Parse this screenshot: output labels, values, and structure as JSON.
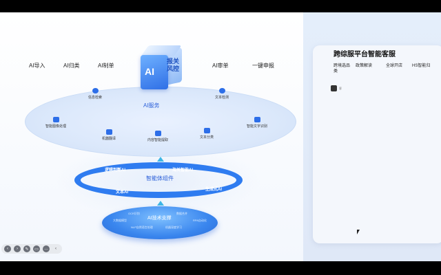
{
  "top_labels": [
    "AI导入",
    "AI归类",
    "AI制单",
    "AI审单",
    "一键申报"
  ],
  "cube": {
    "ai": "AI",
    "label": "报关风控"
  },
  "ai_service": {
    "title": "AI服务",
    "items": [
      "信息检索",
      "文本检测",
      "智能图像处理",
      "智能文字识别",
      "机器翻译",
      "内容智能提取",
      "文本分类"
    ]
  },
  "components": {
    "title": "智能体组件",
    "segments": [
      "逻辑判断AI",
      "海关智能AI",
      "文本AI",
      "生成式AI"
    ]
  },
  "tech": {
    "title": "AI技术支撑",
    "items": [
      "OCR识别",
      "数据合并",
      "大数据模型",
      "RPA自动化",
      "NLP自然语言处理",
      "机器深度学习"
    ]
  },
  "right_card": {
    "title": "跨综服平台智能客服",
    "tabs": [
      "跨境选品类",
      "政策解读",
      "全球开店",
      "HS智能归"
    ],
    "avatar_name": "客"
  },
  "toolbar_icons": [
    "back-icon",
    "forward-icon",
    "pen-icon",
    "screen-icon",
    "chat-icon",
    "more-icon"
  ]
}
